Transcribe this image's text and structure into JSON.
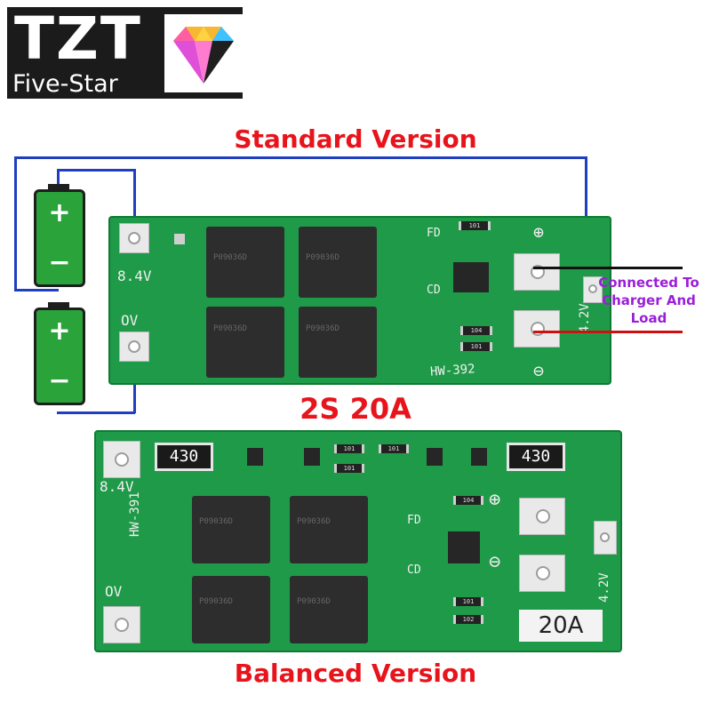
{
  "logo": {
    "brand": "TZT",
    "tagline": "Five-Star"
  },
  "headings": {
    "standard": "Standard Version",
    "model": "2S 20A",
    "balanced": "Balanced Version"
  },
  "standard_board": {
    "label_84v": "8.4V",
    "label_0v": "OV",
    "label_42v": "4.2V",
    "label_fd": "FD",
    "label_cd": "CD",
    "model_code": "HW-392",
    "mosfet_mark": "P09036D",
    "smd_codes": [
      "101",
      "104",
      "101"
    ]
  },
  "balanced_board": {
    "label_84v": "8.4V",
    "label_0v": "OV",
    "label_42v": "4.2V",
    "label_fd": "FD",
    "label_cd": "CD",
    "model_code": "HW-391",
    "rating": "20A",
    "resistor_left": "430",
    "resistor_right": "430",
    "mosfet_mark": "P09036D",
    "smd_codes": [
      "101",
      "101",
      "101",
      "104",
      "101",
      "102"
    ]
  },
  "battery": {
    "plus": "+",
    "minus": "−"
  },
  "note": {
    "line1": "Connected To",
    "line2": "Charger And",
    "line3": "Load"
  },
  "colors": {
    "heading": "#e8141c",
    "pcb": "#1f9a48",
    "wire": "#1f3fc0",
    "note": "#9a1fd8"
  }
}
